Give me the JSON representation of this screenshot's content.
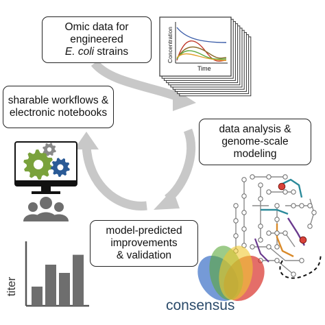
{
  "boxes": {
    "omic": {
      "line1": "Omic data for",
      "line2": "engineered",
      "line3_italic": "E. coli",
      "line3_rest": " strains"
    },
    "workflows": {
      "line1": "sharable workflows &",
      "line2": "electronic notebooks"
    },
    "analysis": {
      "line1": "data analysis &",
      "line2": "genome-scale",
      "line3": "modeling"
    },
    "model": {
      "line1": "model-predicted",
      "line2": "improvements",
      "line3": "& validation"
    }
  },
  "concentration_plot": {
    "ylabel": "Concentration",
    "xlabel": "Time",
    "stack_count": 9
  },
  "titer_chart": {
    "ylabel": "titer",
    "values": [
      0.35,
      0.75,
      0.6,
      0.93
    ]
  },
  "venn": {
    "label": "consensus"
  },
  "colors": {
    "arrow": "#c8c8c8",
    "gear_green": "#7aa23c",
    "gear_blue": "#2a5a96",
    "gear_gray": "#8a8a8a",
    "bar_gray": "#6e6e6e",
    "network_node": "#d9423a",
    "network_teal": "#2b8a9a",
    "network_purple": "#6a3a8e",
    "network_orange": "#d98a2a",
    "venn_blue": "#3a6fc6",
    "venn_green": "#5aa83a",
    "venn_red": "#d8302a",
    "venn_yellow": "#f0c830"
  },
  "icons": [
    "gear-icon",
    "monitor-icon",
    "people-icon",
    "bar-chart-icon",
    "metabolic-network-icon",
    "venn-diagram-icon"
  ]
}
